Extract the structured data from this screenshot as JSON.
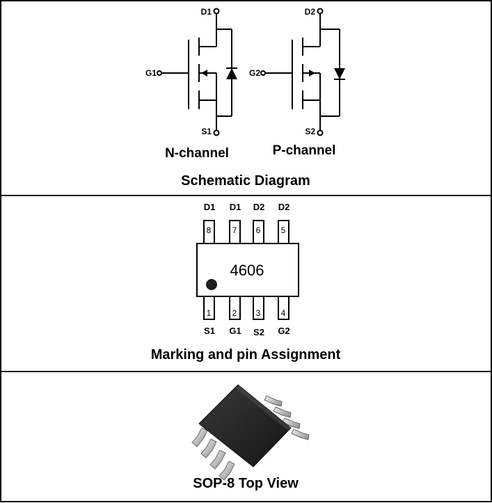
{
  "schematic": {
    "n_channel": {
      "drain": "D1",
      "gate": "G1",
      "source": "S1",
      "label": "N-channel"
    },
    "p_channel": {
      "drain": "D2",
      "gate": "G2",
      "source": "S2",
      "label": "P-channel"
    },
    "caption": "Schematic Diagram"
  },
  "marking": {
    "top_labels": [
      "D1",
      "D1",
      "D2",
      "D2"
    ],
    "top_pins": [
      "8",
      "7",
      "6",
      "5"
    ],
    "part_number": "4606",
    "bottom_pins": [
      "1",
      "2",
      "3",
      "4"
    ],
    "bottom_labels": [
      "S1",
      "G1",
      "S2",
      "G2"
    ],
    "caption": "Marking and pin Assignment"
  },
  "package": {
    "caption": "SOP-8 Top View"
  },
  "colors": {
    "line": "#000000",
    "chip_body": "#1e1e1e"
  }
}
